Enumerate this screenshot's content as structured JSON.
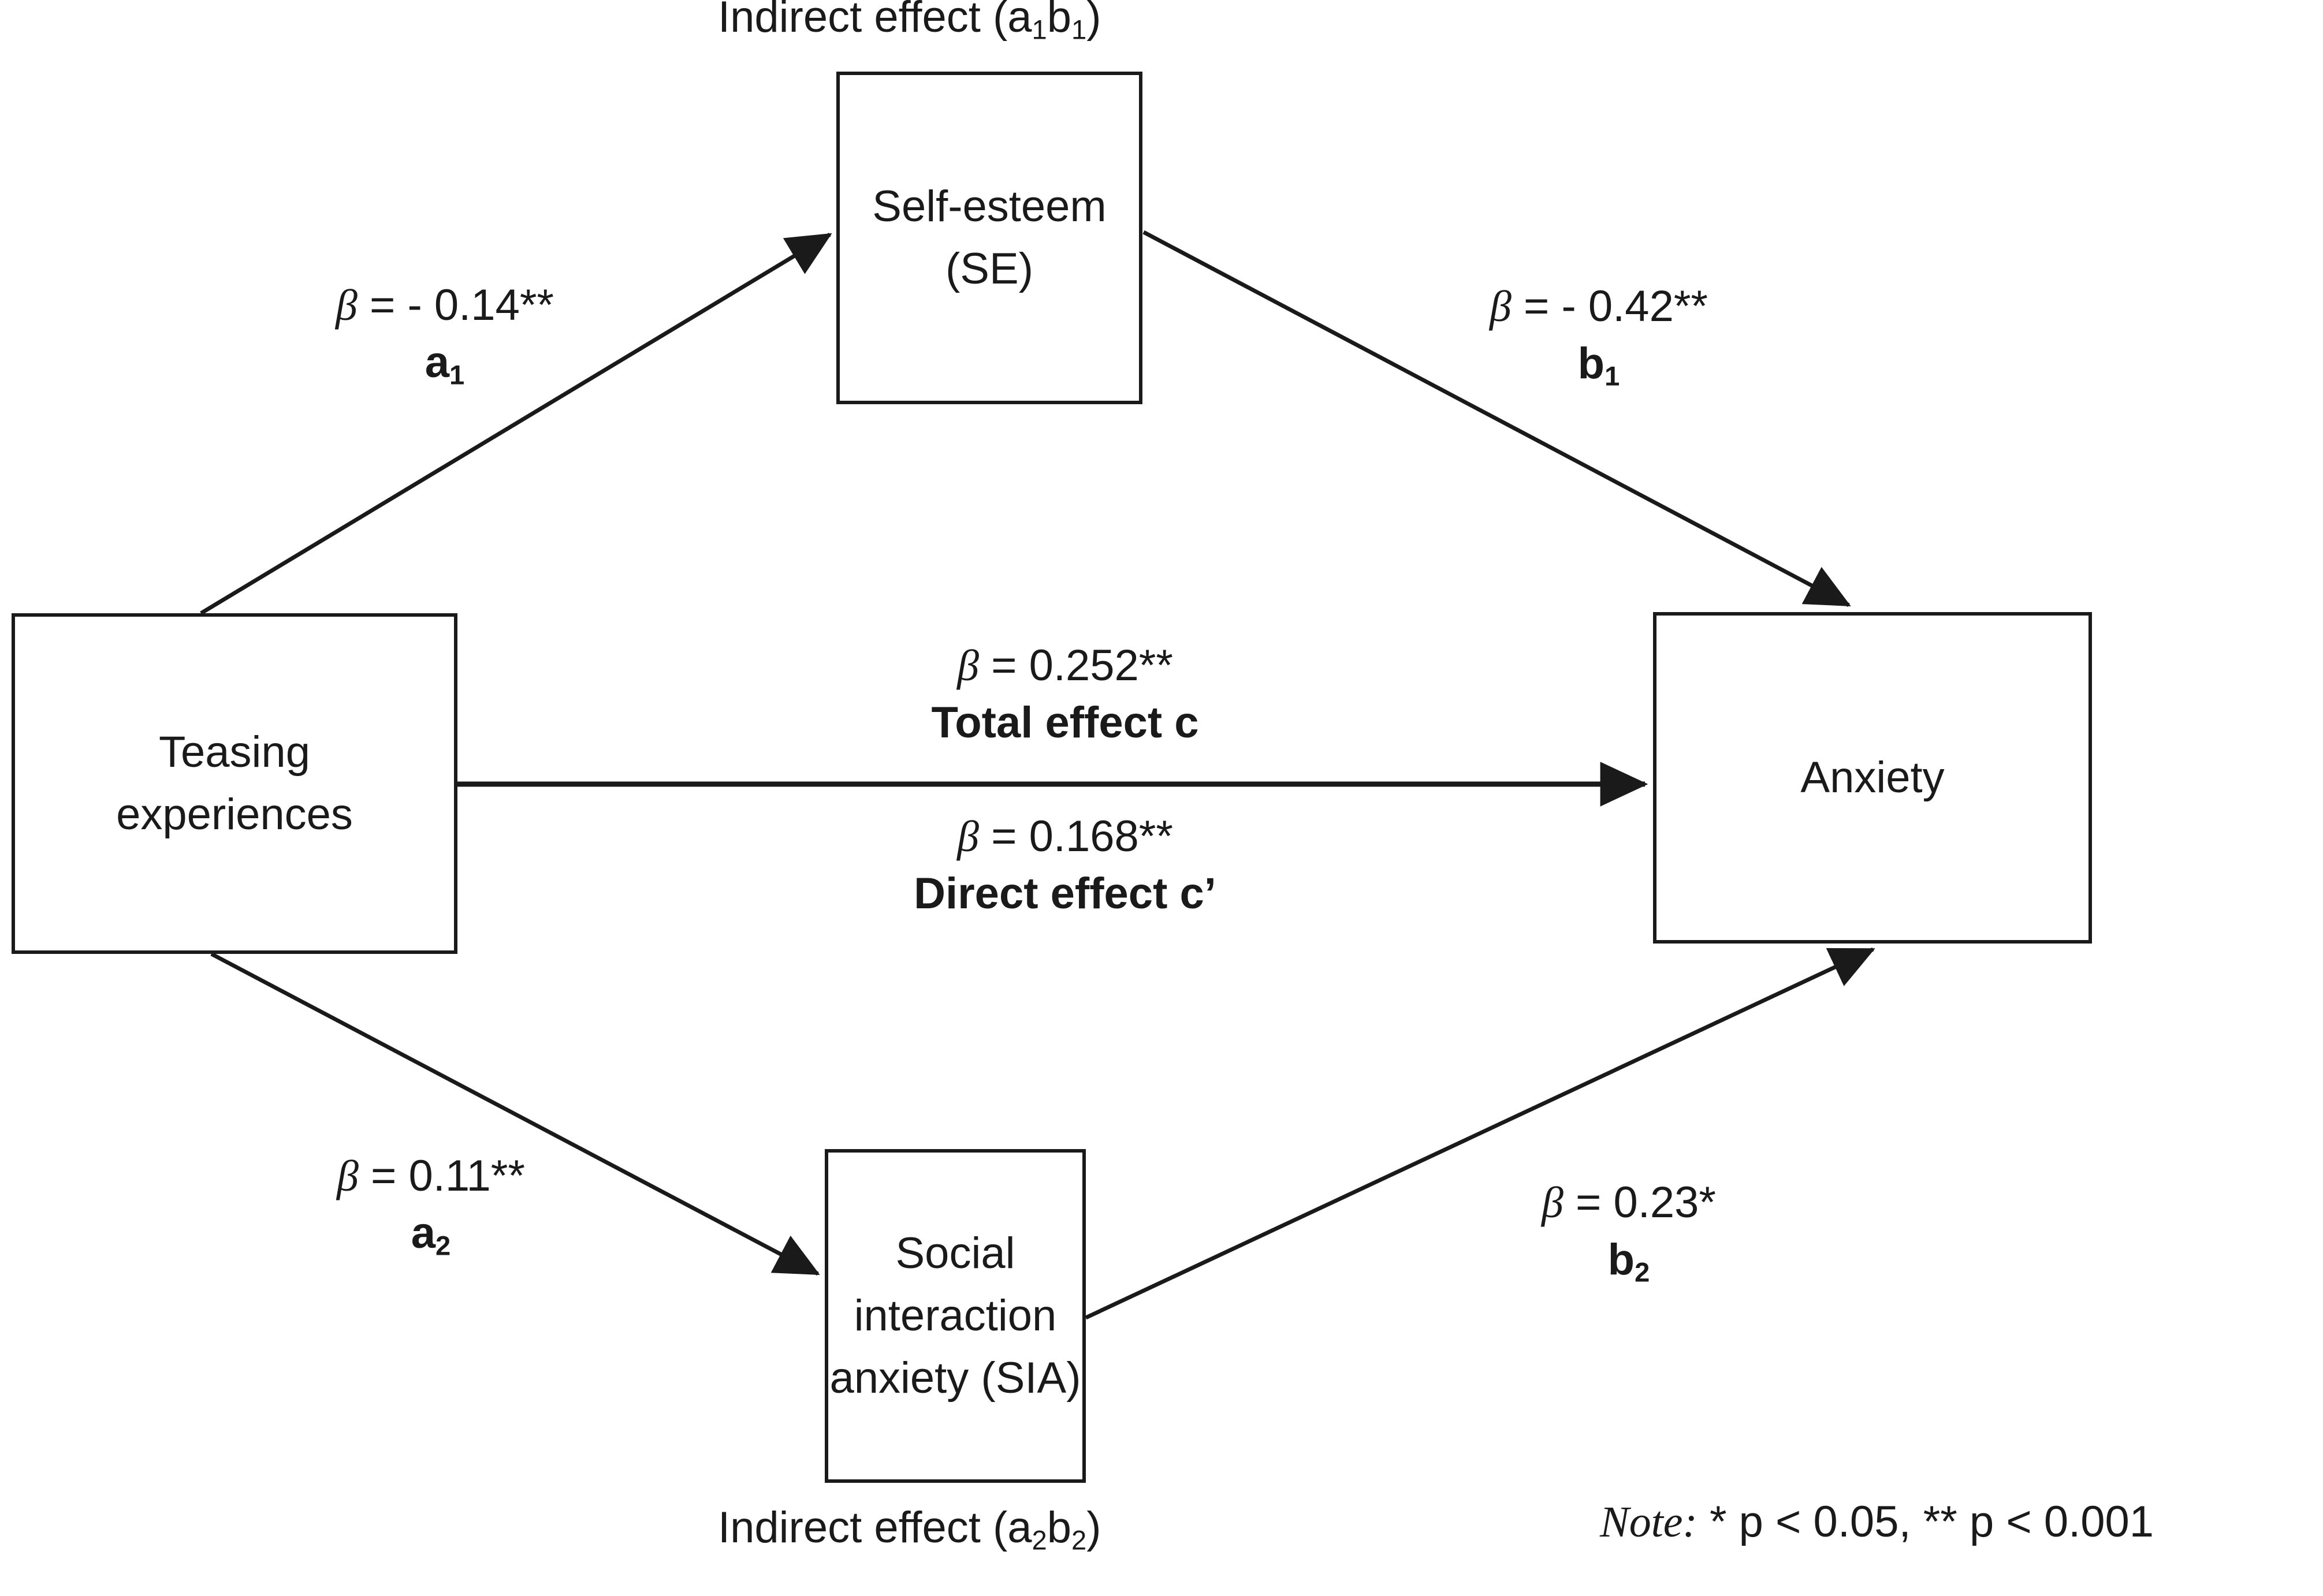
{
  "diagram": {
    "type": "mediation-model",
    "nodes": [
      {
        "id": "teasing",
        "label": "Teasing\nexperiences"
      },
      {
        "id": "self_esteem",
        "label": "Self-esteem (SE)"
      },
      {
        "id": "sia",
        "label": "Social\ninteraction\nanxiety (SIA)"
      },
      {
        "id": "anxiety",
        "label": "Anxiety"
      }
    ],
    "captions": {
      "indirect_1_prefix": "Indirect effect (a",
      "indirect_1_sub1": "1",
      "indirect_1_mid": "b",
      "indirect_1_sub2": "1",
      "indirect_1_suffix": ")",
      "indirect_2_prefix": "Indirect effect (a",
      "indirect_2_sub1": "2",
      "indirect_2_mid": "b",
      "indirect_2_sub2": "2",
      "indirect_2_suffix": ")"
    },
    "paths": [
      {
        "id": "a1",
        "from": "teasing",
        "to": "self_esteem",
        "beta_symbol": "β",
        "beta_text": " = - 0.14**",
        "coef_base": "a",
        "coef_sub": "1",
        "value": -0.14,
        "significance": "**"
      },
      {
        "id": "b1",
        "from": "self_esteem",
        "to": "anxiety",
        "beta_symbol": "β",
        "beta_text": " = - 0.42**",
        "coef_base": "b",
        "coef_sub": "1",
        "value": -0.42,
        "significance": "**"
      },
      {
        "id": "c",
        "from": "teasing",
        "to": "anxiety",
        "beta_symbol": "β",
        "beta_text": " = 0.252**",
        "coef_label": "Total effect c",
        "value": 0.252,
        "significance": "**"
      },
      {
        "id": "c_prime",
        "from": "teasing",
        "to": "anxiety",
        "beta_symbol": "β",
        "beta_text": " = 0.168**",
        "coef_label": "Direct effect c’",
        "value": 0.168,
        "significance": "**"
      },
      {
        "id": "a2",
        "from": "teasing",
        "to": "sia",
        "beta_symbol": "β",
        "beta_text": " = 0.11**",
        "coef_base": "a",
        "coef_sub": "2",
        "value": 0.11,
        "significance": "**"
      },
      {
        "id": "b2",
        "from": "sia",
        "to": "anxiety",
        "beta_symbol": "β",
        "beta_text": " = 0.23*",
        "coef_base": "b",
        "coef_sub": "2",
        "value": 0.23,
        "significance": "*"
      }
    ],
    "note": {
      "word": "Note:",
      "text": " * p < 0.05, ** p < 0.001"
    },
    "colors": {
      "stroke": "#1a1a1a",
      "background": "#ffffff",
      "text": "#1a1a1a"
    }
  }
}
